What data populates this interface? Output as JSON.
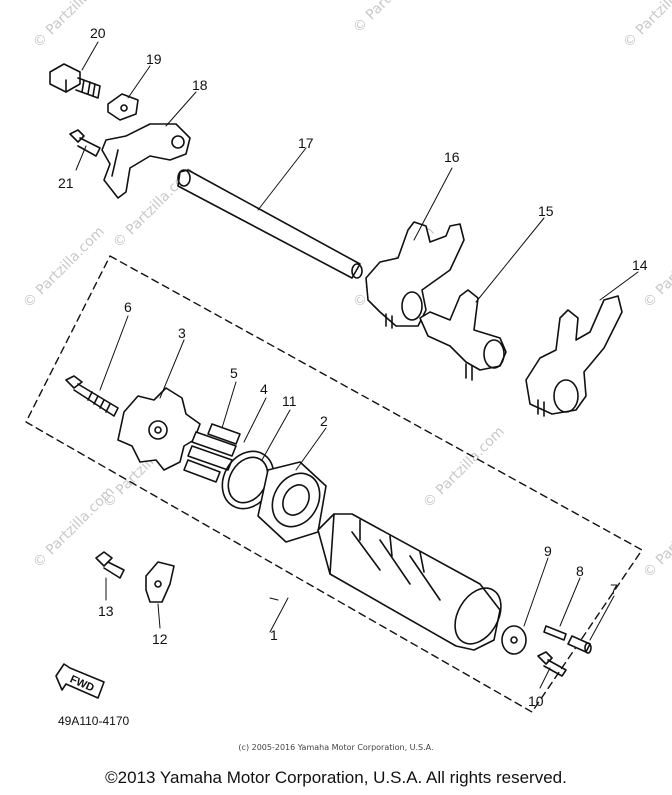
{
  "watermark": "© Partzilla.com",
  "callouts": {
    "c1": "1",
    "c2": "2",
    "c3": "3",
    "c4": "4",
    "c5": "5",
    "c6": "6",
    "c7": "7",
    "c8": "8",
    "c9": "9",
    "c10": "10",
    "c11": "11",
    "c12": "12",
    "c13": "13",
    "c14": "14",
    "c15": "15",
    "c16": "16",
    "c17": "17",
    "c18": "18",
    "c19": "19",
    "c20": "20",
    "c21": "21"
  },
  "fwd_label": "FWD",
  "part_code": "49A110-4170",
  "inner_copyright": "(c) 2005-2016 Yamaha Motor Corporation, U.S.A.",
  "footer_copyright": "©2013 Yamaha Motor Corporation, U.S.A. All rights reserved."
}
